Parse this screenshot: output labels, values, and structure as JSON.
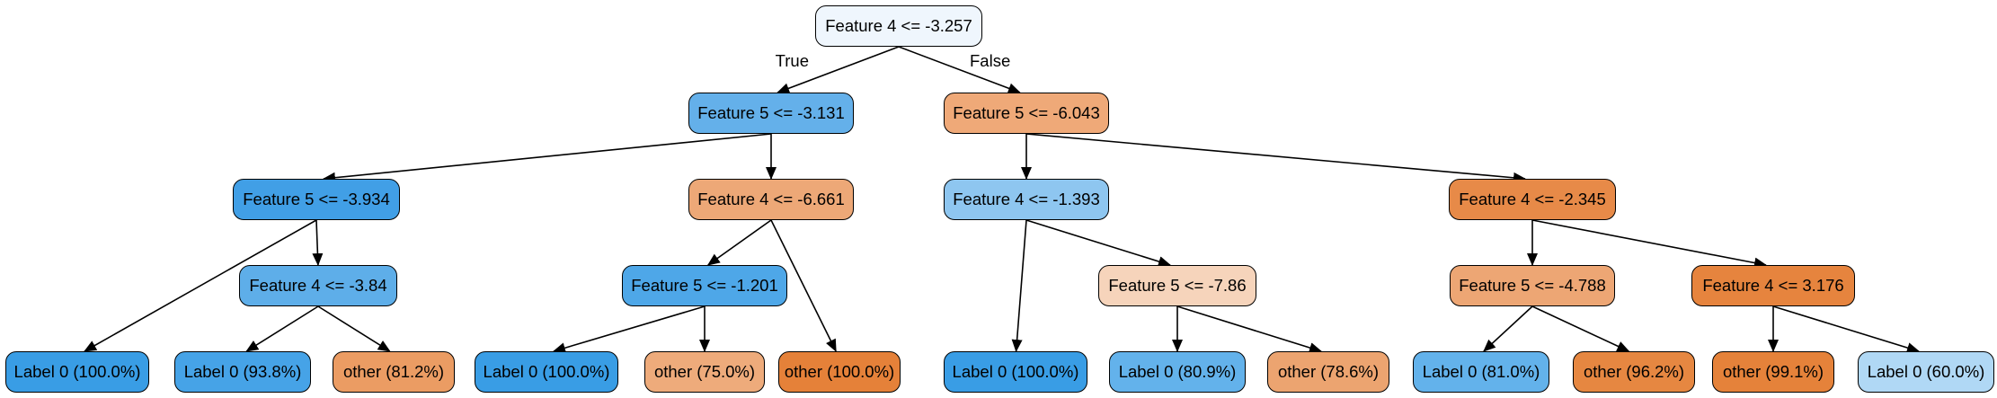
{
  "tree": {
    "nodes": [
      {
        "id": "n0",
        "label": "Feature 4 <= -3.257",
        "color": "#eff6fd"
      },
      {
        "id": "n1",
        "label": "Feature 5 <= -3.131",
        "color": "#64b0ea"
      },
      {
        "id": "n2",
        "label": "Feature 5 <= -6.043",
        "color": "#efa978"
      },
      {
        "id": "n3",
        "label": "Feature 5 <= -3.934",
        "color": "#419fe6"
      },
      {
        "id": "n4",
        "label": "Feature 4 <= -6.661",
        "color": "#eda877"
      },
      {
        "id": "n5",
        "label": "Feature 4 <= -1.393",
        "color": "#8ec6f0"
      },
      {
        "id": "n6",
        "label": "Feature 4 <= -2.345",
        "color": "#e78a48"
      },
      {
        "id": "n7",
        "label": "Feature 4 <= -3.84",
        "color": "#5eaee9"
      },
      {
        "id": "n8",
        "label": "Feature 5 <= -1.201",
        "color": "#4ea7e8"
      },
      {
        "id": "n9",
        "label": "Feature 5 <= -7.86",
        "color": "#f6d4bb"
      },
      {
        "id": "n10",
        "label": "Feature 5 <= -4.788",
        "color": "#eda674"
      },
      {
        "id": "n11",
        "label": "Feature 4 <= 3.176",
        "color": "#e6843e"
      },
      {
        "id": "l1",
        "label": "Label 0 (100.0%)",
        "color": "#399de5"
      },
      {
        "id": "l2",
        "label": "Label 0 (93.8%)",
        "color": "#46a3e7"
      },
      {
        "id": "l3",
        "label": "other (81.2%)",
        "color": "#eb9c63"
      },
      {
        "id": "l4",
        "label": "Label 0 (100.0%)",
        "color": "#399de5"
      },
      {
        "id": "l5",
        "label": "other (75.0%)",
        "color": "#eeab7b"
      },
      {
        "id": "l6",
        "label": "other (100.0%)",
        "color": "#e58139"
      },
      {
        "id": "l7",
        "label": "Label 0 (100.0%)",
        "color": "#399de5"
      },
      {
        "id": "l8",
        "label": "Label 0 (80.9%)",
        "color": "#63b2eb"
      },
      {
        "id": "l9",
        "label": "other (78.6%)",
        "color": "#eca470"
      },
      {
        "id": "l10",
        "label": "Label 0 (81.0%)",
        "color": "#63b2eb"
      },
      {
        "id": "l11",
        "label": "other (96.2%)",
        "color": "#e68741"
      },
      {
        "id": "l12",
        "label": "other (99.1%)",
        "color": "#e5823a"
      },
      {
        "id": "l13",
        "label": "Label 0 (60.0%)",
        "color": "#b0d8f5"
      }
    ],
    "edges": [
      {
        "from": "n0",
        "to": "n1",
        "label": "True"
      },
      {
        "from": "n0",
        "to": "n2",
        "label": "False"
      },
      {
        "from": "n1",
        "to": "n3"
      },
      {
        "from": "n1",
        "to": "n4"
      },
      {
        "from": "n2",
        "to": "n5"
      },
      {
        "from": "n2",
        "to": "n6"
      },
      {
        "from": "n3",
        "to": "l1"
      },
      {
        "from": "n3",
        "to": "n7"
      },
      {
        "from": "n7",
        "to": "l2"
      },
      {
        "from": "n7",
        "to": "l3"
      },
      {
        "from": "n4",
        "to": "n8"
      },
      {
        "from": "n4",
        "to": "l6"
      },
      {
        "from": "n8",
        "to": "l4"
      },
      {
        "from": "n8",
        "to": "l5"
      },
      {
        "from": "n5",
        "to": "l7"
      },
      {
        "from": "n5",
        "to": "n9"
      },
      {
        "from": "n9",
        "to": "l8"
      },
      {
        "from": "n9",
        "to": "l9"
      },
      {
        "from": "n6",
        "to": "n10"
      },
      {
        "from": "n6",
        "to": "n11"
      },
      {
        "from": "n10",
        "to": "l10"
      },
      {
        "from": "n10",
        "to": "l11"
      },
      {
        "from": "n11",
        "to": "l12"
      },
      {
        "from": "n11",
        "to": "l13"
      }
    ]
  }
}
